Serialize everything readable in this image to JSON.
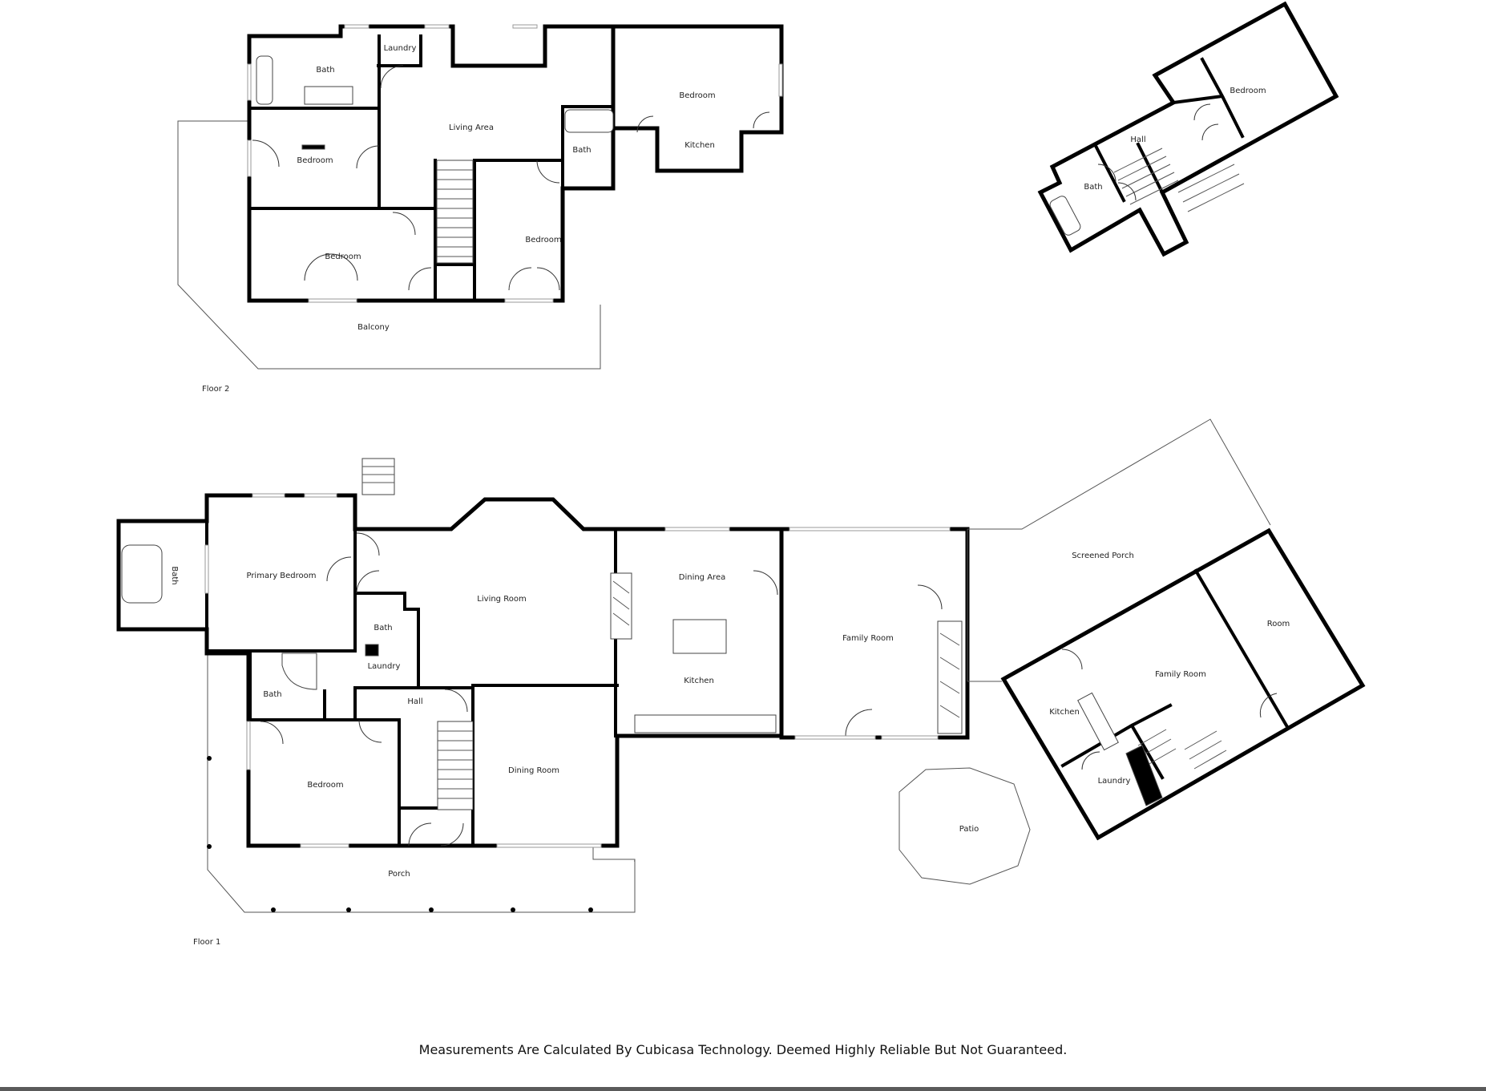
{
  "colors": {
    "wall": "#000000",
    "background": "#ffffff",
    "bottom_bar": "#5a5a5a"
  },
  "floor2": {
    "label": "Floor 2",
    "rooms": {
      "bath_nw": "Bath",
      "laundry": "Laundry",
      "living_area": "Living Area",
      "bedroom_ne": "Bedroom",
      "kitchen": "Kitchen",
      "bath_mid": "Bath",
      "bedroom_w": "Bedroom",
      "bedroom_sw": "Bedroom",
      "bedroom_mid": "Bedroom",
      "balcony": "Balcony"
    }
  },
  "annex_upper": {
    "rooms": {
      "bedroom": "Bedroom",
      "hall": "Hall",
      "bath": "Bath"
    }
  },
  "floor1": {
    "label": "Floor 1",
    "rooms": {
      "bath_w": "Bath",
      "primary_bedroom": "Primary Bedroom",
      "living_room": "Living Room",
      "dining_area": "Dining Area",
      "kitchen": "Kitchen",
      "family_room": "Family Room",
      "screened_porch": "Screened Porch",
      "bath_small": "Bath",
      "laundry": "Laundry",
      "bath_sw": "Bath",
      "hall": "Hall",
      "bedroom": "Bedroom",
      "dining_room": "Dining Room",
      "porch": "Porch",
      "patio": "Patio"
    }
  },
  "annex_lower": {
    "rooms": {
      "room": "Room",
      "family_room": "Family Room",
      "kitchen": "Kitchen",
      "laundry": "Laundry"
    }
  },
  "disclaimer": "Measurements Are Calculated By Cubicasa Technology. Deemed Highly Reliable But Not Guaranteed."
}
